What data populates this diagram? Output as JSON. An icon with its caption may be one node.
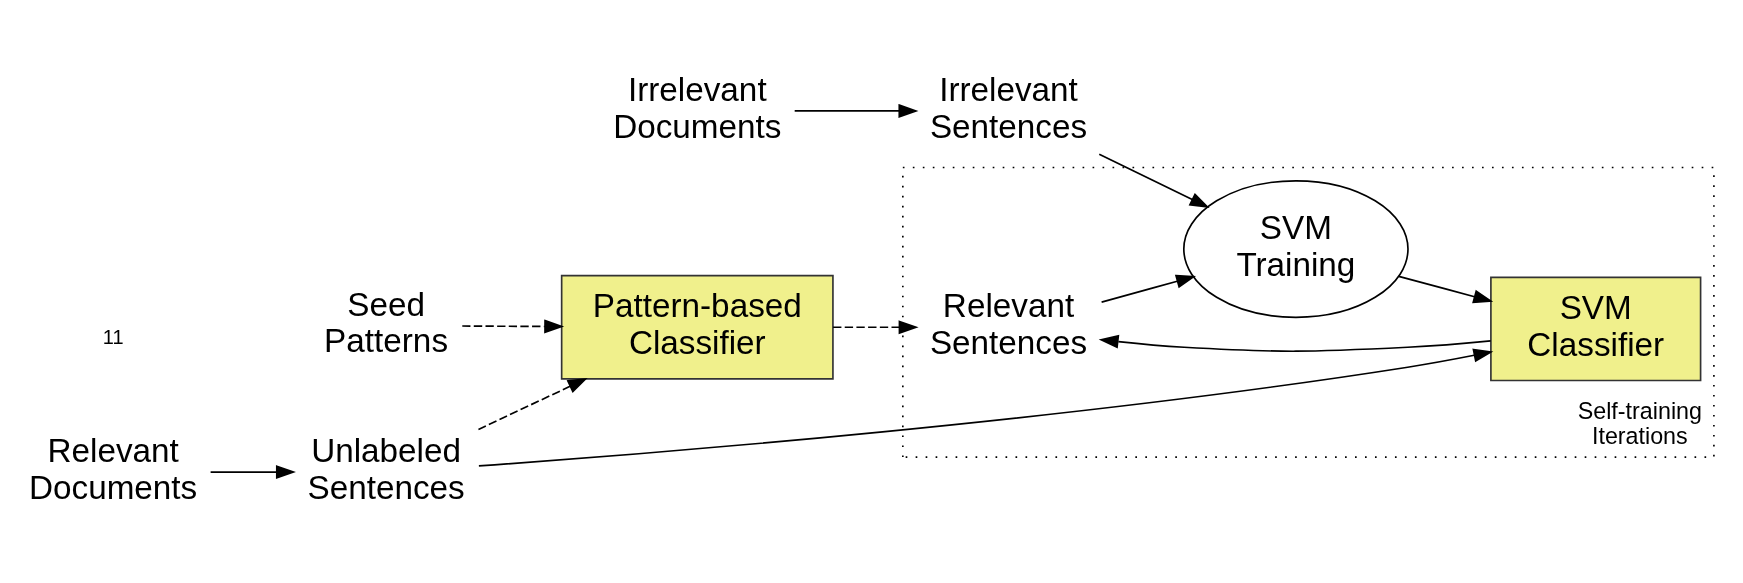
{
  "diagram": {
    "nodes": [
      {
        "text": [
          "Self-training Iterations"
        ]
      },
      {
        "text": [
          "Seed Patterns"
        ]
      },
      {
        "text": [
          "Pattern-based Classifier"
        ]
      },
      {
        "text": [
          "Relevant Sentences"
        ],
        "in": 0
      },
      {
        "text": [
          "SVM Training"
        ],
        "in": 0
      },
      {
        "text": [
          "Irrelevant Sentences"
        ]
      },
      {
        "text": [
          "Relevant Documents"
        ]
      },
      {
        "text": [
          "Unlabeled Sentences"
        ]
      },
      {
        "text": [
          "SVM Classifier"
        ],
        "in": 0
      },
      {
        "text": [
          "Irrelevant Documents"
        ]
      }
    ],
    "edges": [
      {
        "from": 1,
        "to": 2,
        "arrow": "to",
        "style": "dashed"
      },
      {
        "from": 2,
        "to": 3,
        "arrow": "to",
        "style": "dashed"
      },
      {
        "from": 7,
        "to": 2,
        "arrow": "to",
        "style": "dashed"
      },
      {
        "from": 3,
        "to": 4,
        "arrow": "to"
      },
      {
        "from": 5,
        "to": 4,
        "arrow": "to"
      },
      {
        "from": 9,
        "to": 5,
        "arrow": "to"
      },
      {
        "from": 6,
        "to": 7,
        "arrow": "to"
      },
      {
        "from": 7,
        "to": 8,
        "arrow": "to"
      },
      {
        "from": 8,
        "to": 3,
        "arrow": "to"
      },
      {
        "from": 4,
        "to": 8,
        "arrow": "to"
      }
    ],
    "labels": [
      "11"
    ]
  }
}
